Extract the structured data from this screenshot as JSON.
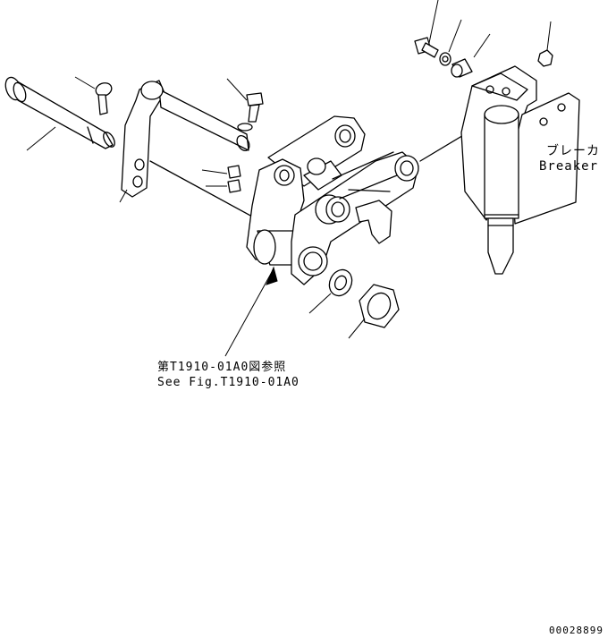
{
  "labels": {
    "breaker_jp": "ブレーカ",
    "breaker_en": "Breaker",
    "ref_jp": "第T1910-01A0図参照",
    "ref_en": "See Fig.T1910-01A0",
    "drawing_number": "00028899"
  },
  "colors": {
    "line": "#000000",
    "background": "#ffffff"
  }
}
